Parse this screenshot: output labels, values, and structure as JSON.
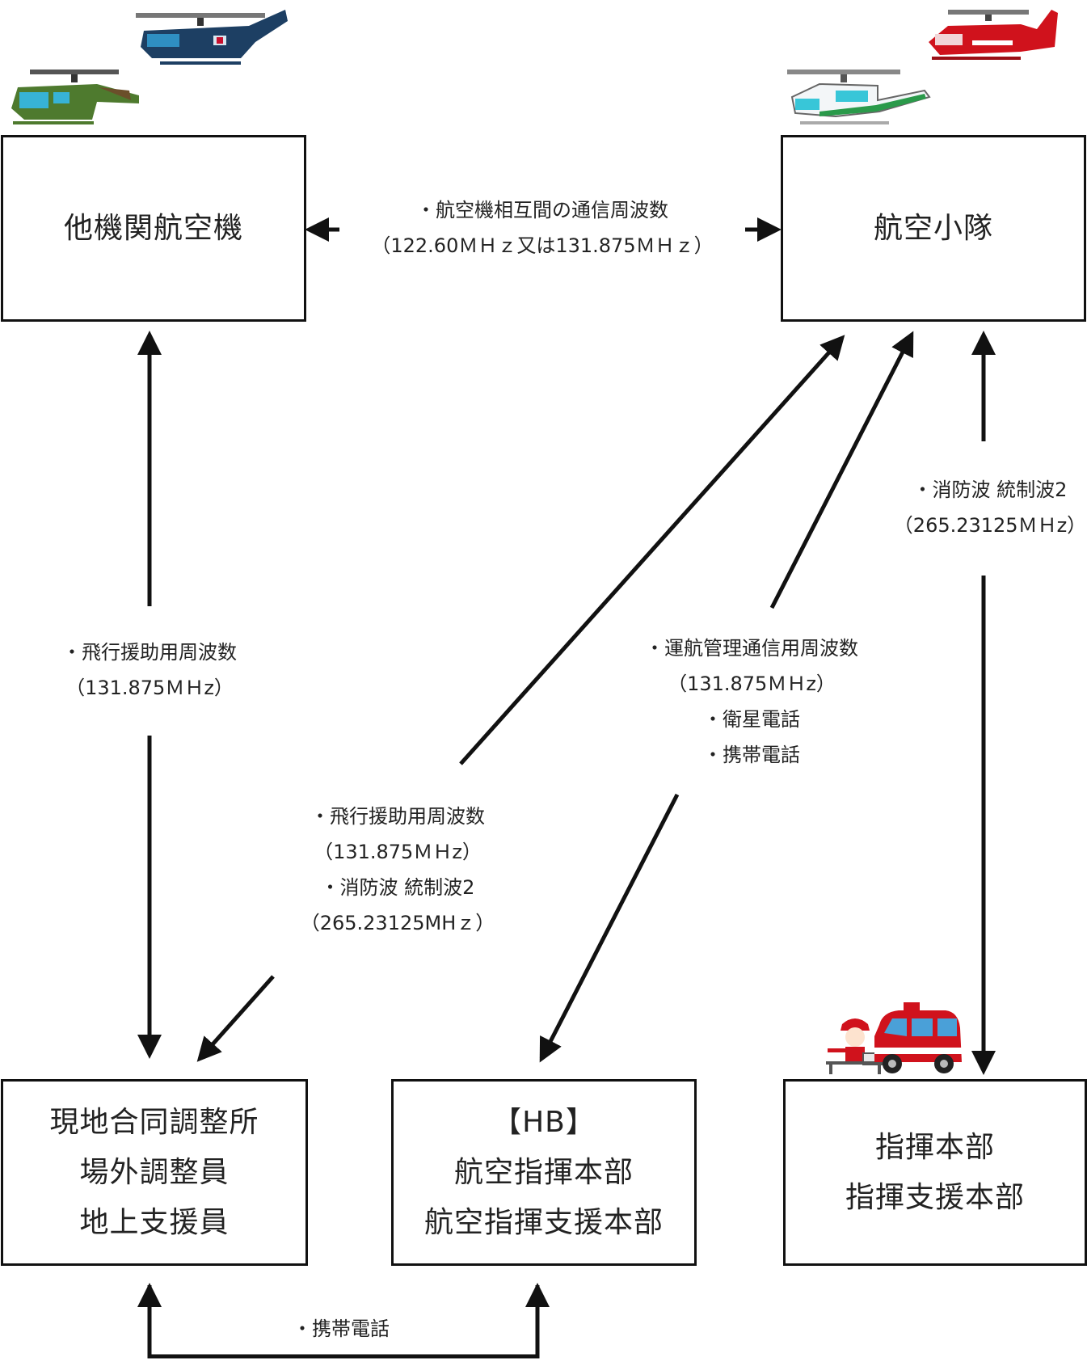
{
  "nodes": {
    "other_aircraft": [
      "他機関航空機"
    ],
    "air_unit": [
      "航空小隊"
    ],
    "field_coord": [
      "現地合同調整所",
      "場外調整員",
      "地上支援員"
    ],
    "hb": [
      "【HB】",
      "航空指揮本部",
      "航空指揮支援本部"
    ],
    "command_hq": [
      "指揮本部",
      "指揮支援本部"
    ]
  },
  "labels": {
    "inter_aircraft": [
      "・航空機相互間の通信周波数",
      "（122.60ＭＨｚ又は131.875ＭＨｚ）"
    ],
    "flight_assist_left": [
      "・飛行援助用周波数",
      "（131.875ＭＨz）"
    ],
    "fire_wave_right": [
      "・消防波 統制波2",
      "（265.23125ＭＨz）"
    ],
    "center_mixed": [
      "・飛行援助用周波数",
      "（131.875ＭＨz）",
      "・消防波 統制波2",
      "（265.23125MHｚ）"
    ],
    "ops_mgmt": [
      "・運航管理通信用周波数",
      "（131.875ＭＨz）",
      "・衛星電話",
      "・携帯電話"
    ],
    "mobile_phone": [
      "・携帯電話"
    ]
  },
  "icons": {
    "other_aircraft": [
      "military-helicopter-green",
      "military-helicopter-navy"
    ],
    "air_unit": [
      "rescue-helicopter-white",
      "fire-helicopter-red"
    ],
    "command_hq": [
      "firefighter-mascot",
      "fire-command-vehicle"
    ]
  }
}
